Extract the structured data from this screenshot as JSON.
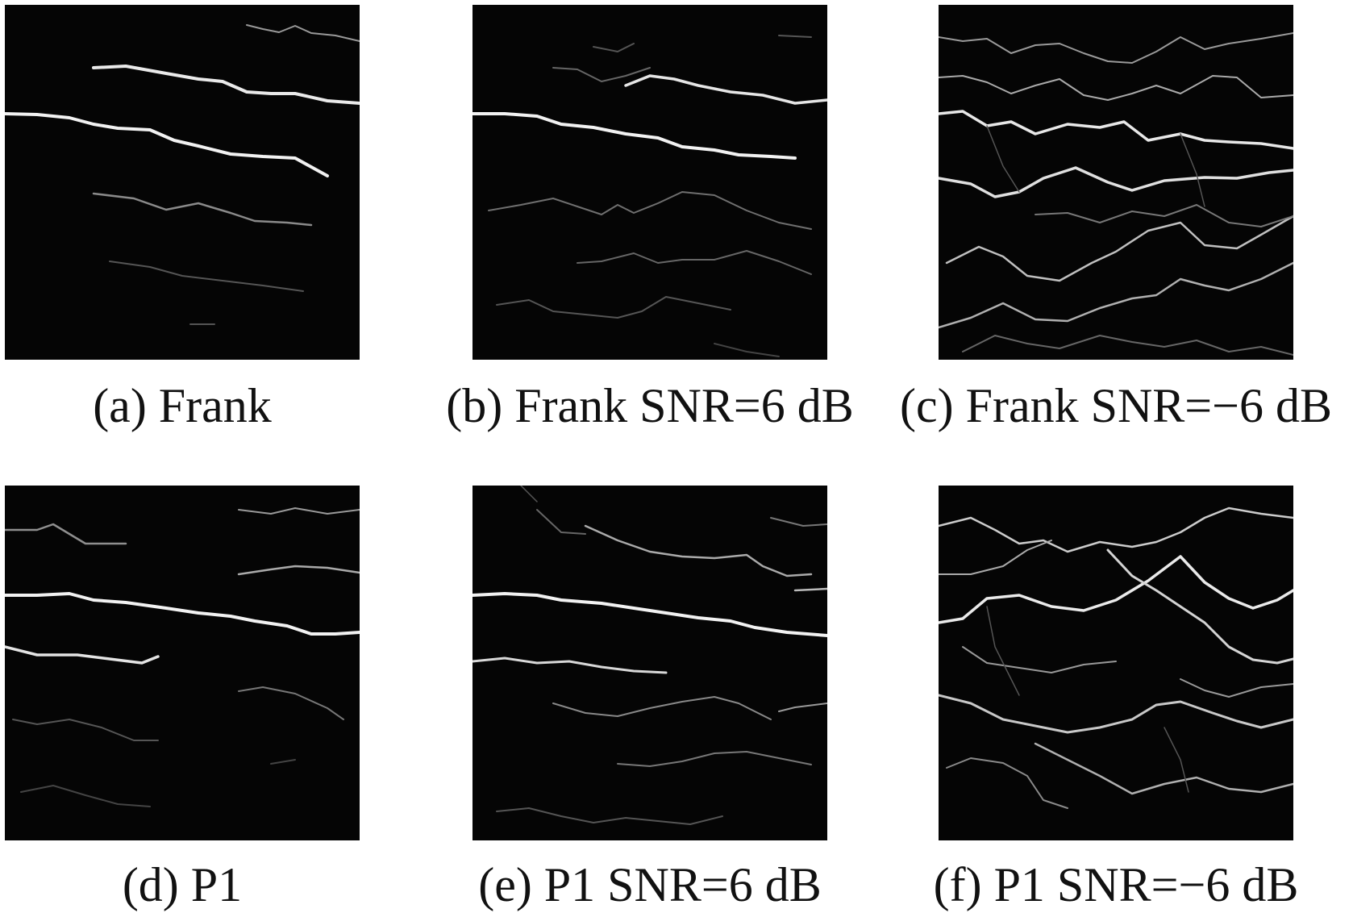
{
  "colors": {
    "background": "#ffffff",
    "panel_background": "#050505",
    "ridge": "#f2f2f2",
    "caption_text": "#111111"
  },
  "panels": [
    {
      "id": "a",
      "caption": "(a) Frank"
    },
    {
      "id": "b",
      "caption": "(b) Frank SNR=6 dB"
    },
    {
      "id": "c",
      "caption": "(c) Frank SNR=−6 dB"
    },
    {
      "id": "d",
      "caption": "(d) P1"
    },
    {
      "id": "e",
      "caption": "(e) P1 SNR=6 dB"
    },
    {
      "id": "f",
      "caption": "(f) P1 SNR=−6 dB"
    }
  ]
}
